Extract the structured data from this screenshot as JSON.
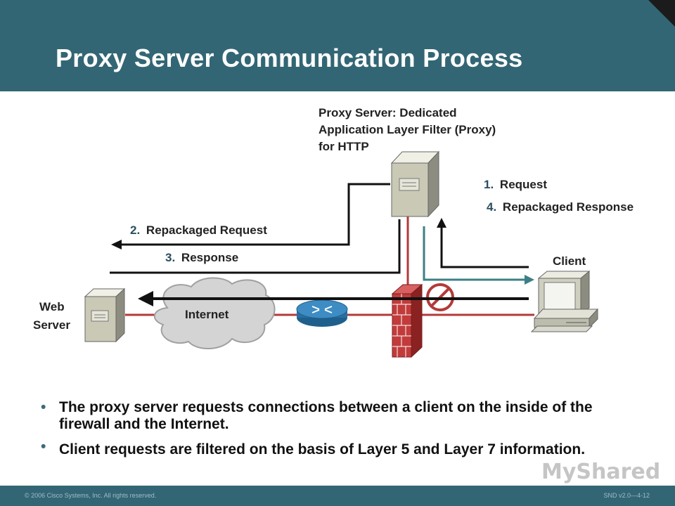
{
  "slide": {
    "title": "Proxy Server Communication Process"
  },
  "diagram": {
    "proxy_label": [
      "Proxy Server: Dedicated",
      "Application Layer Filter (Proxy)",
      "for HTTP"
    ],
    "web_server_label": [
      "Web",
      "Server"
    ],
    "client_label": "Client",
    "internet_label": "Internet",
    "steps": [
      {
        "num": "1.",
        "text": "Request"
      },
      {
        "num": "2.",
        "text": "Repackaged Request"
      },
      {
        "num": "3.",
        "text": "Response"
      },
      {
        "num": "4.",
        "text": "Repackaged Response"
      }
    ],
    "colors": {
      "link_red": "#b33a3a",
      "arrow_black": "#111111",
      "arrow_teal": "#3d7f86",
      "header_bg": "#336674"
    }
  },
  "bullets": [
    "The proxy server requests connections between a client on the inside of the firewall and the Internet.",
    "Client requests are filtered on the basis of Layer 5 and Layer 7 information."
  ],
  "footer": {
    "copyright": "© 2006 Cisco Systems, Inc. All rights reserved.",
    "course": "SND v2.0—4-12"
  },
  "watermark": "MyShared"
}
